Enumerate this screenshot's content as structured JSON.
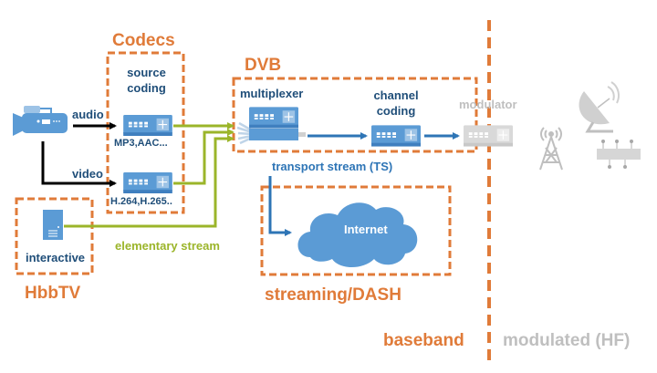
{
  "colors": {
    "orange": "#E07B39",
    "navy": "#1F4E79",
    "device_blue": "#5B9BD5",
    "stream_blue": "#2E75B6",
    "olive": "#9BB52A",
    "grey": "#BFBFBF",
    "black": "#000000"
  },
  "groups": {
    "codecs": "Codecs",
    "dvb": "DVB",
    "hbbtv": "HbbTV",
    "streaming": "streaming/DASH"
  },
  "nodes": {
    "source_coding": "source\ncoding",
    "source_coding_line1": "source",
    "source_coding_line2": "coding",
    "audio_codec": "MP3,AAC...",
    "video_codec": "H.264,H.265..",
    "multiplexer": "multiplexer",
    "channel_coding_line1": "channel",
    "channel_coding_line2": "coding",
    "modulator": "modulator",
    "interactive": "interactive",
    "internet": "Internet"
  },
  "edges": {
    "audio": "audio",
    "video": "video",
    "elementary_stream": "elementary stream",
    "transport_stream": "transport stream (TS)"
  },
  "regions": {
    "baseband": "baseband",
    "modulated": "modulated (HF)"
  },
  "icons": [
    "video-camera-icon",
    "encoder-device-icon",
    "multiplexer-device-icon",
    "channel-coder-device-icon",
    "modulator-device-icon",
    "document-icon",
    "cloud-icon",
    "broadcast-tower-icon",
    "satellite-dish-icon",
    "cable-distribution-icon"
  ]
}
